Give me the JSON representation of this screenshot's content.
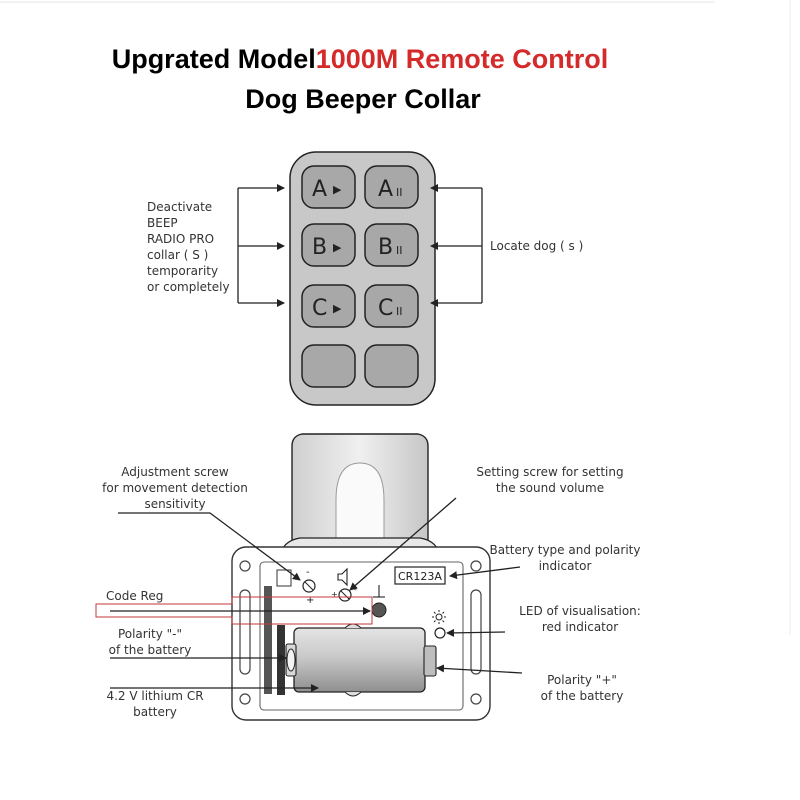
{
  "title": {
    "line1_black": "Upgrated Model",
    "line1_red": "1000M Remote Control",
    "line2": "Dog Beeper Collar"
  },
  "remote": {
    "left_label": "Deactivate\nBEEP\nRADIO PRO\ncollar ( S )\ntemporarity\nor completely",
    "right_label": "Locate dog ( s )",
    "keys": [
      {
        "letter": "A",
        "symbol": "▶"
      },
      {
        "letter": "A",
        "symbol": "II"
      },
      {
        "letter": "B",
        "symbol": "▶"
      },
      {
        "letter": "B",
        "symbol": "II"
      },
      {
        "letter": "C",
        "symbol": "▶"
      },
      {
        "letter": "C",
        "symbol": "II"
      }
    ]
  },
  "collar": {
    "adjustment_screw": "Adjustment screw\nfor movement detection\nsensitivity",
    "setting_screw": "Setting screw for setting\nthe sound volume",
    "battery_type": "Battery type and polarity\nindicator",
    "battery_marking": "CR123A",
    "code_reg": "Code Reg",
    "led": "LED of visualisation:\nred indicator",
    "polarity_minus": "Polarity \"-\"\nof the battery",
    "polarity_plus": "Polarity \"+\"\nof the battery",
    "battery": "4.2 V lithium CR\nbattery",
    "screw_minus": "-",
    "screw_plus": "+"
  },
  "colors": {
    "title_red": "#d42a2a",
    "remote_body": "#c8c8c8",
    "key_fill": "#a8a8a8",
    "outline": "#222222"
  }
}
